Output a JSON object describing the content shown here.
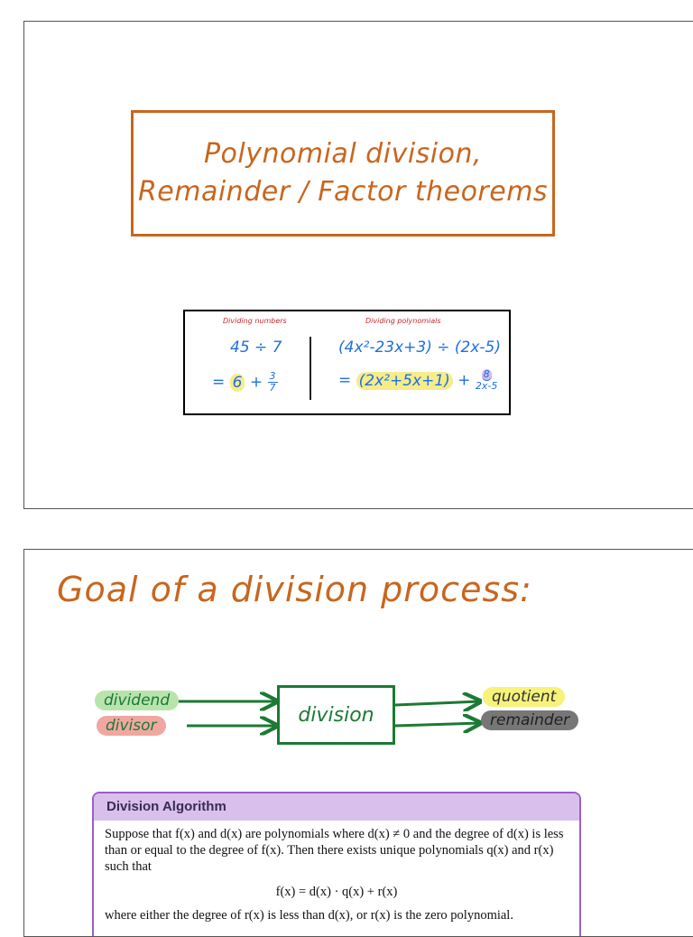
{
  "slide1": {
    "title_line1": "Polynomial division,",
    "title_line2": "Remainder / Factor theorems",
    "compare": {
      "left_label": "Dividing numbers",
      "right_label": "Dividing polynomials",
      "left_problem": "45 ÷ 7",
      "left_eq": "=",
      "left_quotient": "6",
      "left_plus": "+",
      "left_frac_num": "3",
      "left_frac_den": "7",
      "right_problem": "(4x²-23x+3) ÷ (2x-5)",
      "right_eq": "=",
      "right_quotient": "(2x²+5x+1)",
      "right_plus": "+",
      "right_frac_num": "8",
      "right_frac_den": "2x-5"
    }
  },
  "slide2": {
    "title": "Goal of a division process:",
    "inputs": [
      "dividend",
      "divisor"
    ],
    "process": "division",
    "outputs": [
      "quotient",
      "remainder"
    ],
    "algorithm": {
      "heading": "Division Algorithm",
      "paragraph": "Suppose that f(x) and d(x) are polynomials where d(x) ≠ 0 and the degree of d(x) is less than or equal to the degree of f(x). Then there exists unique polynomials q(x) and r(x) such that",
      "equation": "f(x) = d(x) · q(x) + r(x)",
      "footer": "where either the degree of r(x) is less than d(x), or r(x) is the zero polynomial."
    },
    "colors": {
      "handwriting": "#c8661e",
      "flow": "#1b7a33",
      "algo_border": "#9b5fc7"
    }
  }
}
